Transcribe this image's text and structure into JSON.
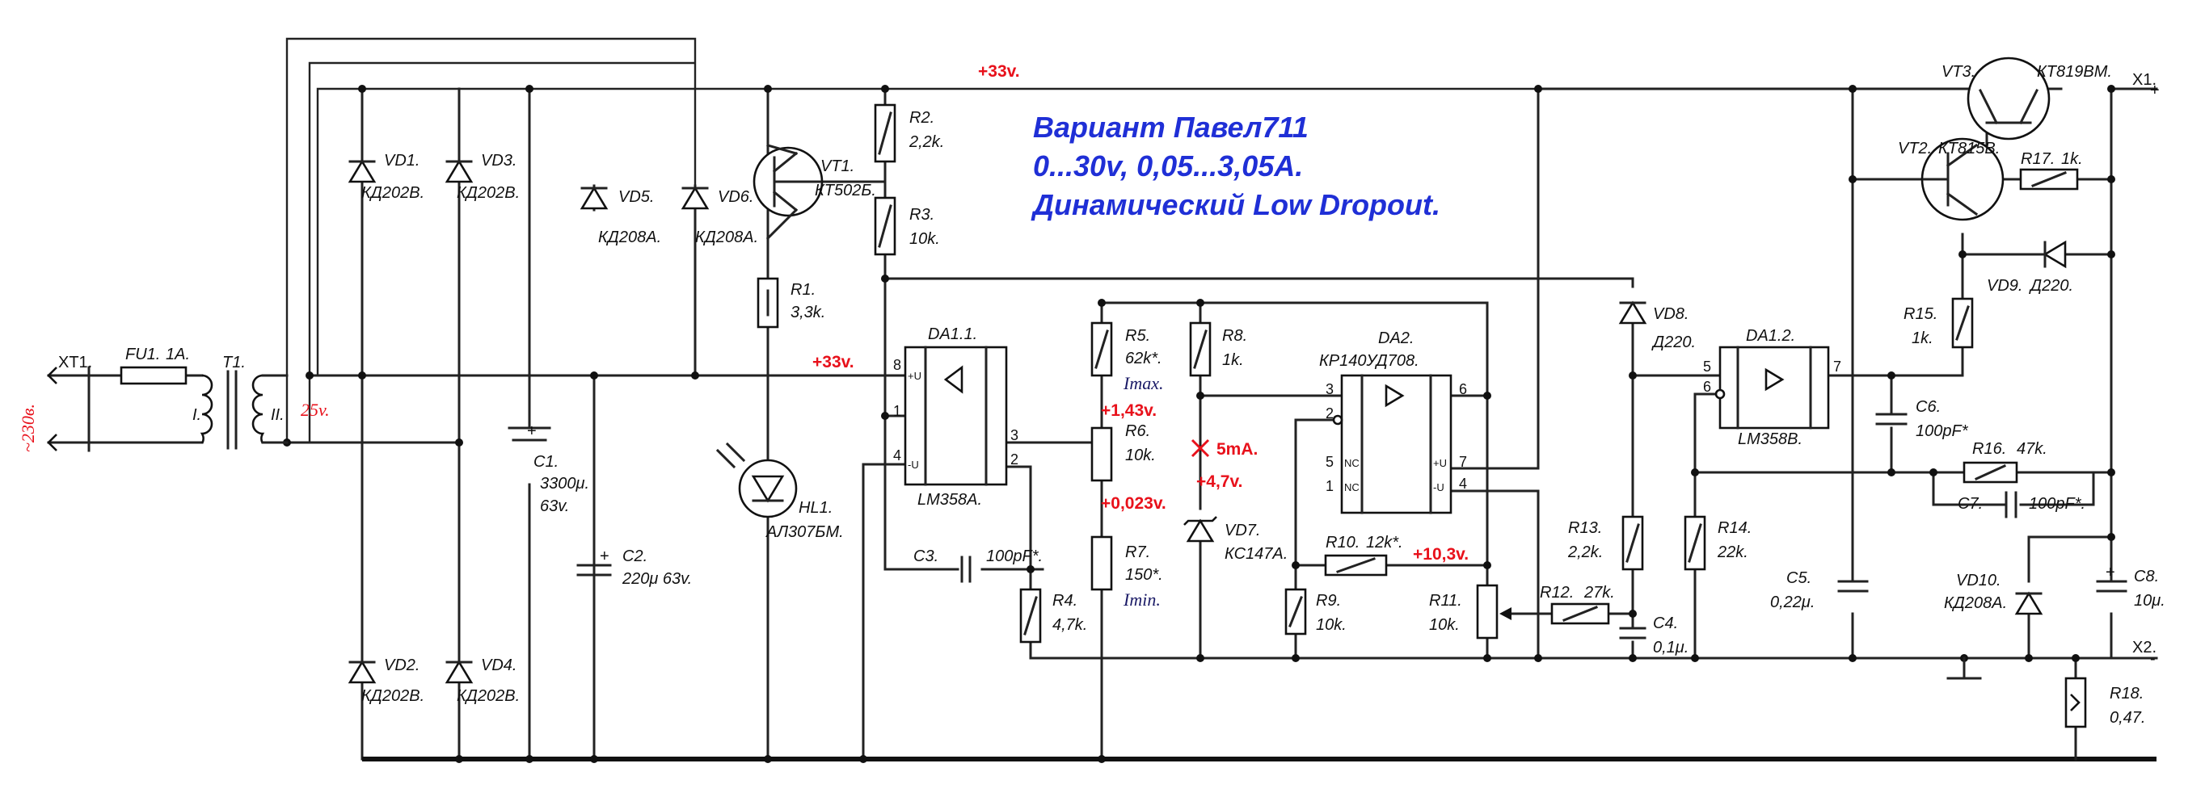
{
  "title": {
    "line1": "Вариант Павел711",
    "line2": "0...30v, 0,05...3,05А.",
    "line3": "Динамический Low Dropout."
  },
  "voltages": {
    "rail_top": "+33v.",
    "rail_mid": "+33v.",
    "secondary": "25v.",
    "v143": "+1,43v.",
    "v0023": "+0,023v.",
    "ma5": "5mA.",
    "v47": "+4,7v.",
    "v103": "+10,3v."
  },
  "connectors": {
    "xt1": "XT1.",
    "mains": "~230в.",
    "x1": "X1.",
    "x2": "X2.",
    "plus": "+",
    "minus": "-"
  },
  "fuse": {
    "ref": "FU1.",
    "value": "1A."
  },
  "transformer": {
    "ref": "T1.",
    "w1": "I.",
    "w2": "II."
  },
  "diodes": {
    "vd1": {
      "ref": "VD1.",
      "value": "КД202В."
    },
    "vd2": {
      "ref": "VD2.",
      "value": "КД202В."
    },
    "vd3": {
      "ref": "VD3.",
      "value": "КД202В."
    },
    "vd4": {
      "ref": "VD4.",
      "value": "КД202В."
    },
    "vd5": {
      "ref": "VD5.",
      "value": "КД208А."
    },
    "vd6": {
      "ref": "VD6.",
      "value": "КД208А."
    },
    "vd7": {
      "ref": "VD7.",
      "value": "КС147А."
    },
    "vd8": {
      "ref": "VD8.",
      "value": "Д220."
    },
    "vd9": {
      "ref": "VD9.",
      "value": "Д220."
    },
    "vd10": {
      "ref": "VD10.",
      "value": "КД208А."
    }
  },
  "capacitors": {
    "c1": {
      "ref": "C1.",
      "value": "3300μ.",
      "voltage": "63v."
    },
    "c2": {
      "ref": "C2.",
      "value": "220μ 63v."
    },
    "c3": {
      "ref": "C3.",
      "value": "100pF*."
    },
    "c4": {
      "ref": "C4.",
      "value": "0,1μ."
    },
    "c5": {
      "ref": "C5.",
      "value": "0,22μ."
    },
    "c6": {
      "ref": "C6.",
      "value": "100pF*"
    },
    "c7": {
      "ref": "C7.",
      "value": "100pF*."
    },
    "c8": {
      "ref": "C8.",
      "value": "10μ."
    }
  },
  "resistors": {
    "r1": {
      "ref": "R1.",
      "value": "3,3k."
    },
    "r2": {
      "ref": "R2.",
      "value": "2,2k."
    },
    "r3": {
      "ref": "R3.",
      "value": "10k."
    },
    "r4": {
      "ref": "R4.",
      "value": "4,7k."
    },
    "r5": {
      "ref": "R5.",
      "value": "62k*.",
      "note": "Imax."
    },
    "r6": {
      "ref": "R6.",
      "value": "10k."
    },
    "r7": {
      "ref": "R7.",
      "value": "150*.",
      "note": "Imin."
    },
    "r8": {
      "ref": "R8.",
      "value": "1k."
    },
    "r9": {
      "ref": "R9.",
      "value": "10k."
    },
    "r10": {
      "ref": "R10.",
      "value": "12k*."
    },
    "r11": {
      "ref": "R11.",
      "value": "10k."
    },
    "r12": {
      "ref": "R12.",
      "value": "27k."
    },
    "r13": {
      "ref": "R13.",
      "value": "2,2k."
    },
    "r14": {
      "ref": "R14.",
      "value": "22k."
    },
    "r15": {
      "ref": "R15.",
      "value": "1k."
    },
    "r16": {
      "ref": "R16.",
      "value": "47k."
    },
    "r17": {
      "ref": "R17.",
      "value": "1k."
    },
    "r18": {
      "ref": "R18.",
      "value": "0,47."
    }
  },
  "transistors": {
    "vt1": {
      "ref": "VT1.",
      "value": "КТ502Б."
    },
    "vt2": {
      "ref": "VT2.",
      "value": "КТ815В."
    },
    "vt3": {
      "ref": "VT3.",
      "value": "КТ819ВМ."
    }
  },
  "led": {
    "ref": "HL1.",
    "value": "АЛ307БМ."
  },
  "ics": {
    "da11": {
      "ref": "DA1.1.",
      "value": "LM358A.",
      "pin_u_plus": "+U",
      "pin_u_minus": "-U",
      "p8": "8",
      "p1": "1",
      "p4": "4",
      "p3": "3",
      "p2": "2"
    },
    "da2": {
      "ref": "DA2.",
      "value": "КР140УД708.",
      "p3": "3",
      "p2": "2",
      "p5": "5",
      "p1": "1",
      "p6": "6",
      "p7": "7",
      "p4": "4",
      "nc": "NC",
      "pu": "+U",
      "mu": "-U"
    },
    "da12": {
      "ref": "DA1.2.",
      "value": "LM358B.",
      "p5": "5",
      "p6": "6",
      "p7": "7"
    }
  },
  "colors": {
    "accent_red": "#e8111b",
    "title_blue": "#1f2fd6",
    "wire": "#222222"
  }
}
